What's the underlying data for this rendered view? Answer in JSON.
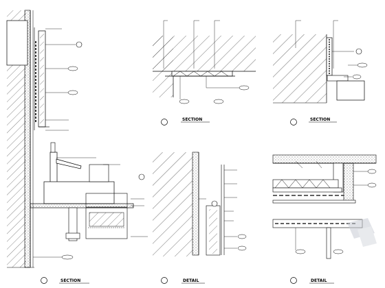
{
  "drawing": {
    "views": [
      {
        "id": "v1",
        "title": "SECTION"
      },
      {
        "id": "v2",
        "title": "SECTION"
      },
      {
        "id": "v3",
        "title": "SECTION"
      },
      {
        "id": "v4",
        "title": "DETAIL"
      },
      {
        "id": "v5",
        "title": "DETAIL"
      }
    ],
    "colors": {
      "line": "#000000",
      "hatch": "#333333",
      "paper": "#ffffff",
      "watermark": "#c8ccd4"
    },
    "watermark_icon": "cad-watermark-icon"
  }
}
